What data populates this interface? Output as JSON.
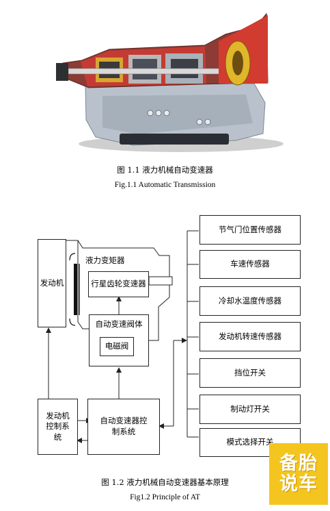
{
  "figure1": {
    "caption_cn": "图 1.1  液力机械自动变速器",
    "caption_en": "Fig.1.1 Automatic Transmission"
  },
  "diagram": {
    "engine": "发动机",
    "torque_converter": "液力变矩器",
    "planetary_gear": "行星齿轮变速器",
    "valve_body": "自动变速阀体",
    "solenoid": "电磁阀",
    "engine_ecu_lines": [
      "发动机",
      "控制系",
      "统"
    ],
    "at_ecu_lines": [
      "自动变速器控",
      "制系统"
    ],
    "sensors": [
      "节气门位置传感器",
      "车速传感器",
      "冷却水温度传感器",
      "发动机转速传感器",
      "挡位开关",
      "制动灯开关",
      "模式选择开关"
    ]
  },
  "figure2": {
    "caption_cn": "图 1.2 液力机械自动变速器基本原理",
    "caption_en": "Fig1.2 Principle of AT"
  },
  "watermark": {
    "line1": "备胎",
    "line2": "说车"
  }
}
